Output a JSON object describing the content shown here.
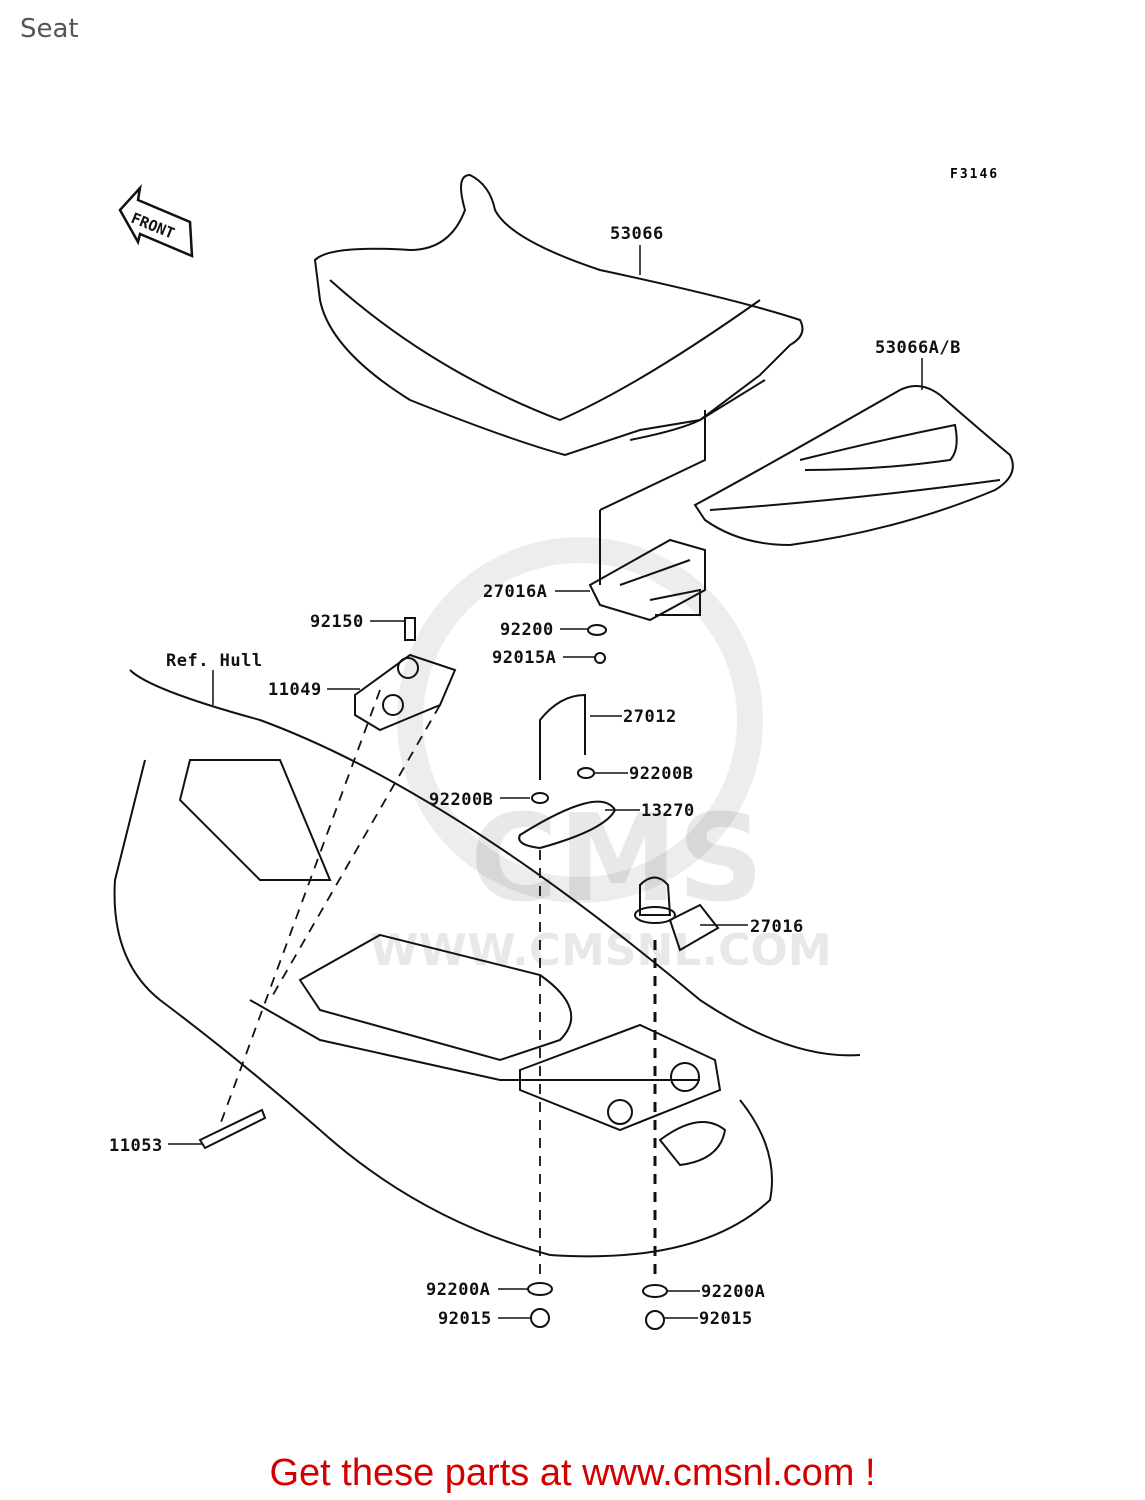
{
  "page": {
    "title": "Seat",
    "figure_code": "F3146"
  },
  "front_arrow": {
    "label": "FRONT"
  },
  "watermark": {
    "brand": "CMS",
    "url": "WWW.CMSNL.COM"
  },
  "parts": {
    "seat_front": "53066",
    "seat_rear": "53066A/B",
    "hook_a": "27016A",
    "bolt": "92150",
    "washer": "92200",
    "nut_a": "92015A",
    "ref_hull": "Ref. Hull",
    "bracket": "11049",
    "u_bolt": "27012",
    "washer_b_right": "92200B",
    "washer_b_left": "92200B",
    "plate": "13270",
    "latch": "27016",
    "strap": "11053",
    "washer_a_left": "92200A",
    "nut_left": "92015",
    "washer_a_right": "92200A",
    "nut_right": "92015"
  },
  "footer": {
    "text": "Get these parts at www.cmsnl.com !",
    "color": "#d40000"
  }
}
